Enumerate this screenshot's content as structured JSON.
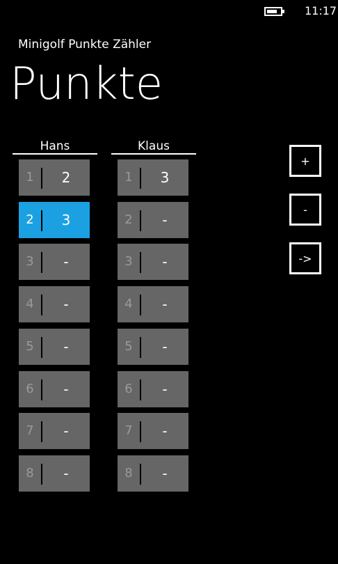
{
  "status": {
    "time": "11:17",
    "battery_level": 0.75
  },
  "app_title": "Minigolf Punkte Zähler",
  "page_title": "Punkte",
  "players": [
    {
      "name": "Hans",
      "holes": [
        {
          "num": "1",
          "score": "2",
          "active": false
        },
        {
          "num": "2",
          "score": "3",
          "active": true
        },
        {
          "num": "3",
          "score": "-",
          "active": false
        },
        {
          "num": "4",
          "score": "-",
          "active": false
        },
        {
          "num": "5",
          "score": "-",
          "active": false
        },
        {
          "num": "6",
          "score": "-",
          "active": false
        },
        {
          "num": "7",
          "score": "-",
          "active": false
        },
        {
          "num": "8",
          "score": "-",
          "active": false
        }
      ]
    },
    {
      "name": "Klaus",
      "holes": [
        {
          "num": "1",
          "score": "3",
          "active": false
        },
        {
          "num": "2",
          "score": "-",
          "active": false
        },
        {
          "num": "3",
          "score": "-",
          "active": false
        },
        {
          "num": "4",
          "score": "-",
          "active": false
        },
        {
          "num": "5",
          "score": "-",
          "active": false
        },
        {
          "num": "6",
          "score": "-",
          "active": false
        },
        {
          "num": "7",
          "score": "-",
          "active": false
        },
        {
          "num": "8",
          "score": "-",
          "active": false
        }
      ]
    }
  ],
  "buttons": {
    "plus": "+",
    "minus": "-",
    "next": "->"
  },
  "colors": {
    "accent": "#1ba1e2",
    "tile": "#666666",
    "background": "#000000"
  }
}
